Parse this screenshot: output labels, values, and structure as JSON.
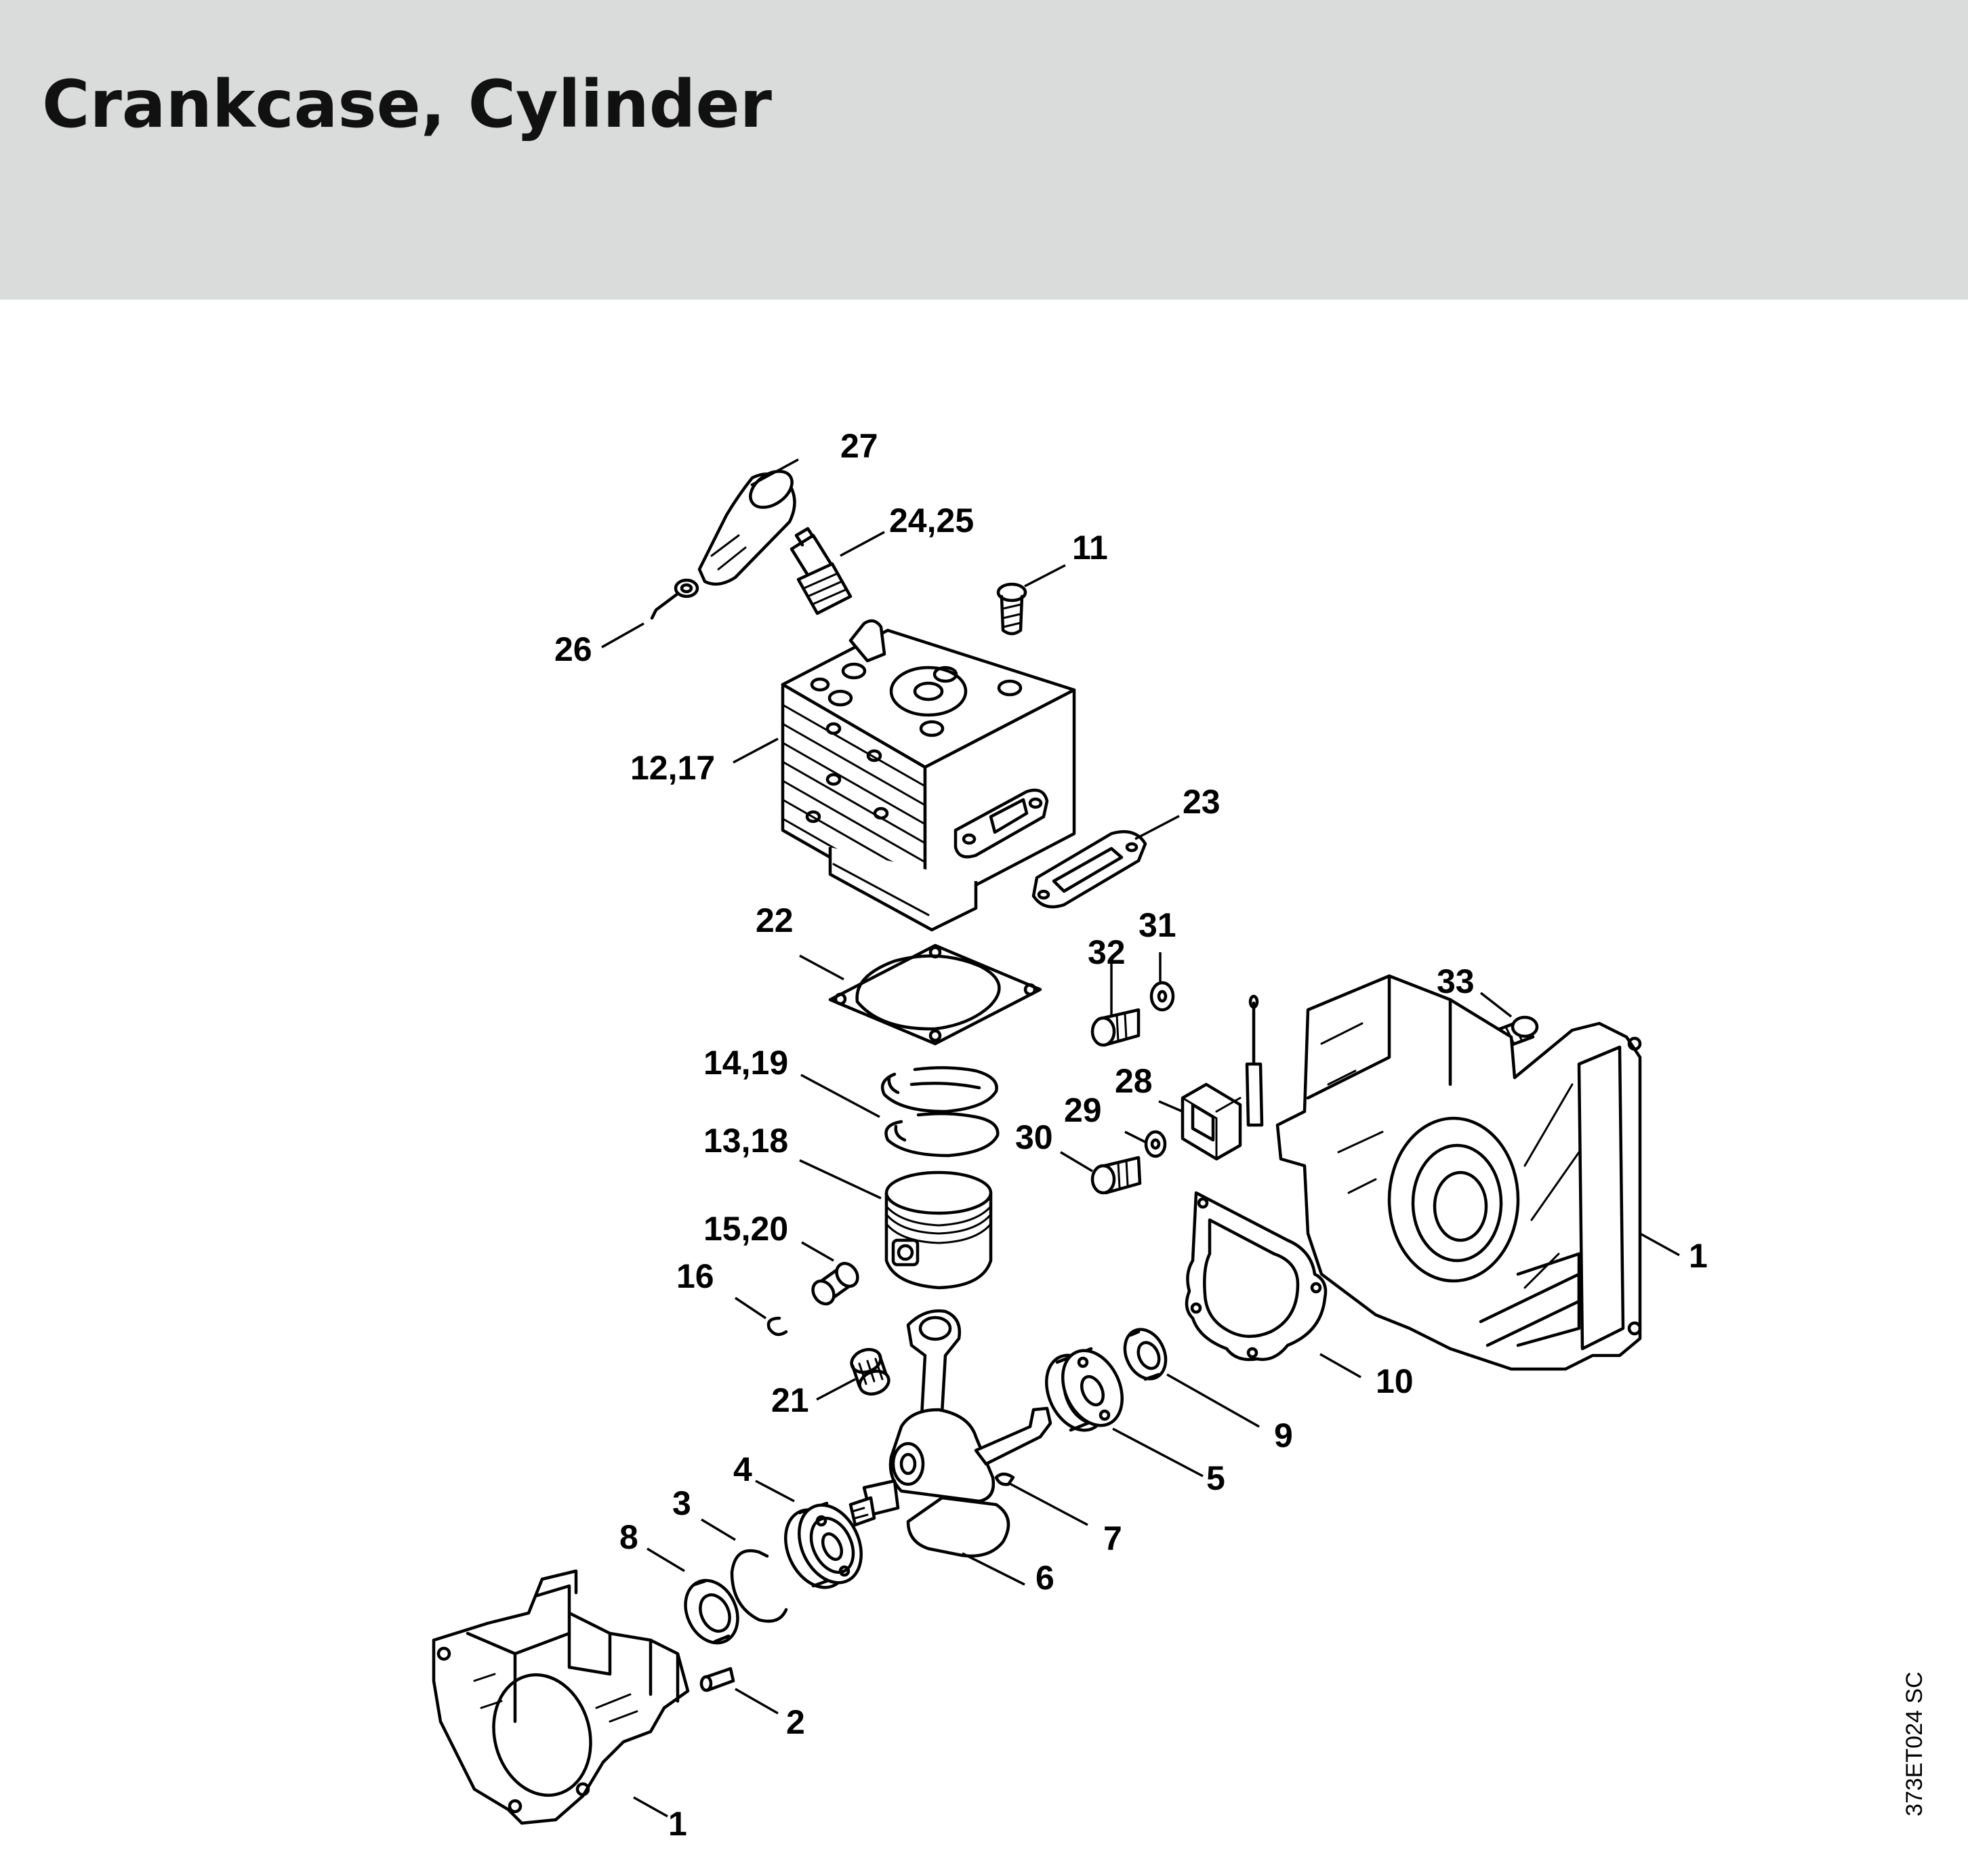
{
  "header": {
    "title": "Crankcase, Cylinder"
  },
  "diagram": {
    "labels": {
      "p27": "27",
      "p24_25": "24,25",
      "p11": "11",
      "p26": "26",
      "p12_17": "12,17",
      "p23": "23",
      "p22": "22",
      "p31": "31",
      "p32": "32",
      "p33": "33",
      "p14_19": "14,19",
      "p28": "28",
      "p29": "29",
      "p30": "30",
      "p13_18": "13,18",
      "p15_20": "15,20",
      "p16": "16",
      "p1_right": "1",
      "p10": "10",
      "p21": "21",
      "p9": "9",
      "p5": "5",
      "p4": "4",
      "p3": "3",
      "p8": "8",
      "p7": "7",
      "p6": "6",
      "p2": "2",
      "p1_left": "1"
    },
    "drawing_code": "373ET024 SC"
  }
}
